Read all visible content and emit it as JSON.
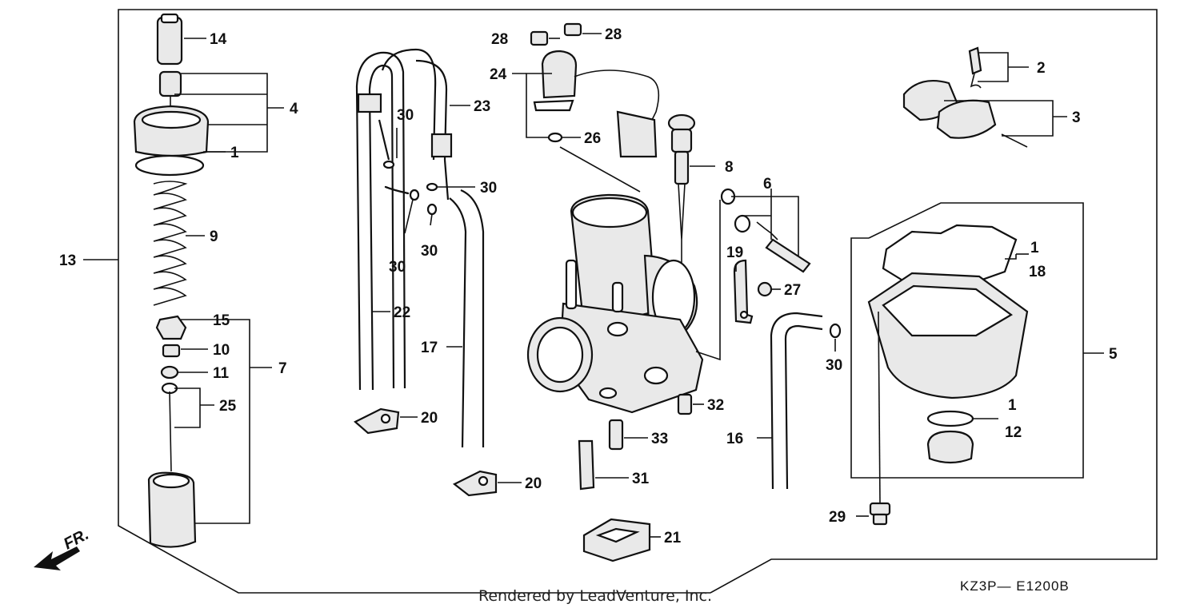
{
  "diagram": {
    "drawing_code": "KZ3P— E1200B",
    "credit": "Rendered by LeadVenture, Inc.",
    "direction_marker": "FR.",
    "callouts": {
      "c1a": "1",
      "c1b": "1",
      "c1c": "1",
      "c2": "2",
      "c3": "3",
      "c4": "4",
      "c5": "5",
      "c6": "6",
      "c7": "7",
      "c8": "8",
      "c9": "9",
      "c10": "10",
      "c11": "11",
      "c12": "12",
      "c13": "13",
      "c14": "14",
      "c15": "15",
      "c16": "16",
      "c17": "17",
      "c18": "18",
      "c19": "19",
      "c20a": "20",
      "c20b": "20",
      "c21": "21",
      "c22": "22",
      "c23": "23",
      "c24": "24",
      "c25": "25",
      "c26": "26",
      "c27": "27",
      "c28a": "28",
      "c28b": "28",
      "c29": "29",
      "c30a": "30",
      "c30b": "30",
      "c30c": "30",
      "c30d": "30",
      "c30e": "30",
      "c31": "31",
      "c32": "32",
      "c33": "33"
    }
  }
}
